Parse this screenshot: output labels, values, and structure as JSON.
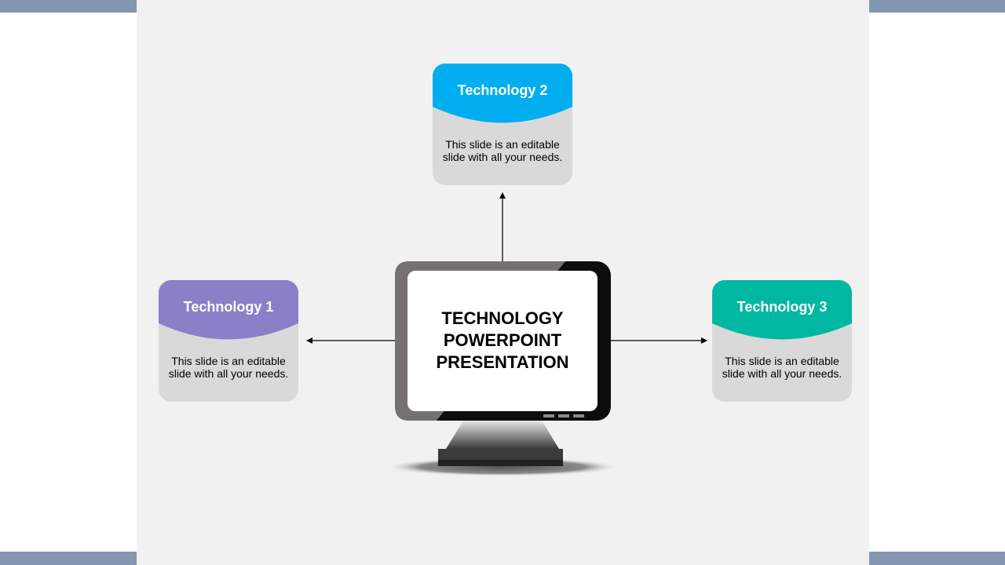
{
  "colors": {
    "bar": "#8497b0",
    "slide_bg": "#f1f1f1",
    "card_body": "#d9d9d9",
    "tech1": "#8b80c8",
    "tech2": "#00aeef",
    "tech3": "#00b8a2"
  },
  "center": {
    "title": "TECHNOLOGY\nPOWERPOINT\nPRESENTATION"
  },
  "cards": [
    {
      "title": "Technology 1",
      "text": "This slide is an editable slide with all your needs."
    },
    {
      "title": "Technology 2",
      "text": "This slide is an editable slide with all your needs."
    },
    {
      "title": "Technology 3",
      "text": "This slide is an editable slide with all your needs."
    }
  ]
}
